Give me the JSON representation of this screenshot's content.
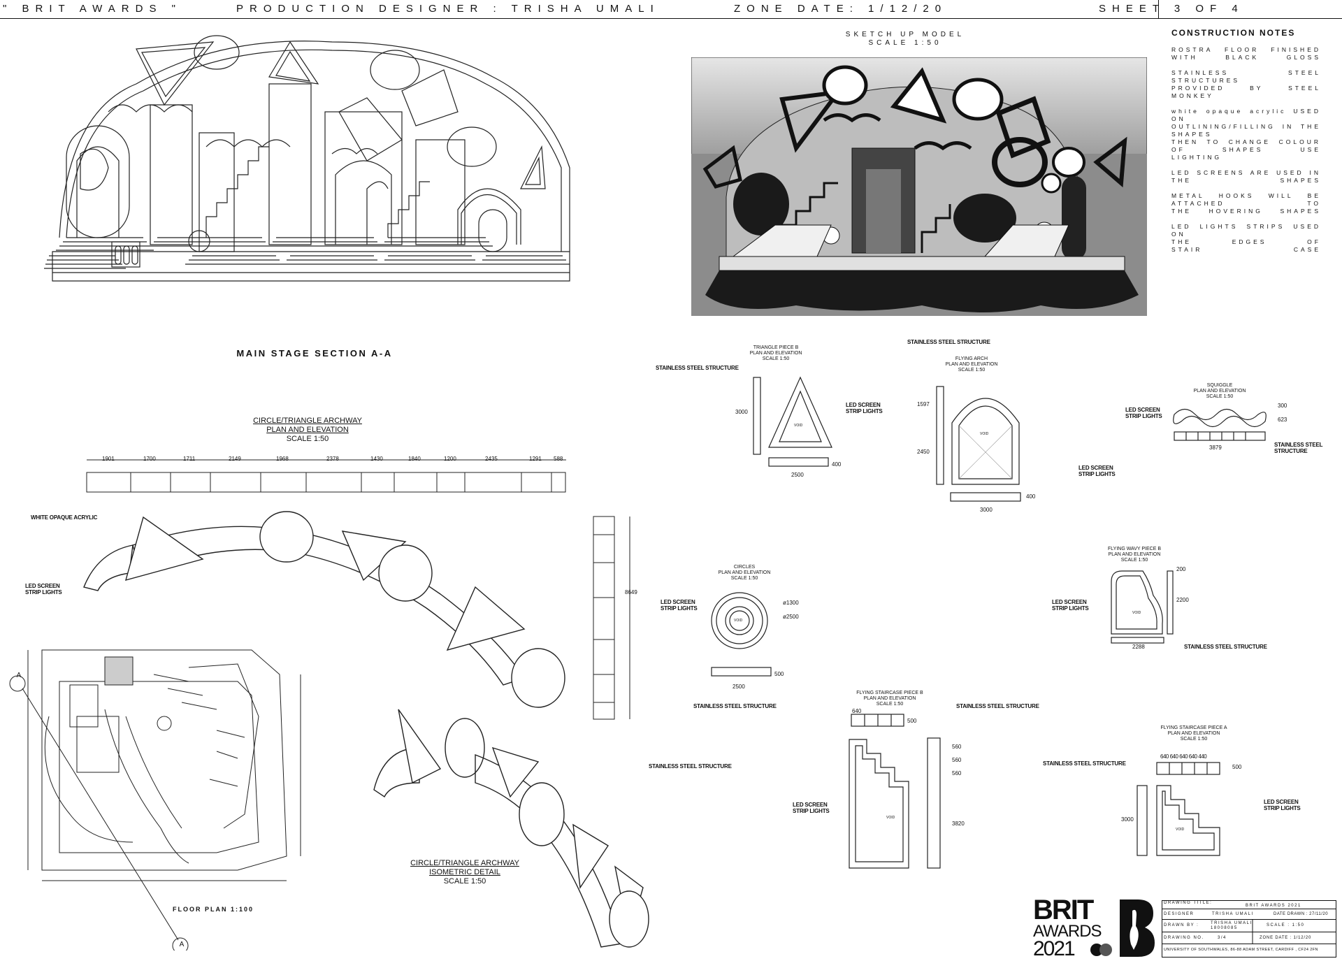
{
  "header": {
    "project": "\" BRIT AWARDS \"",
    "designer": "PRODUCTION DESIGNER : TRISHA UMALI",
    "zone_date": "ZONE DATE: 1/12/20",
    "sheet": "SHEET 3 OF 4"
  },
  "sketchup": {
    "title": "SKETCH UP MODEL",
    "scale": "SCALE 1:50"
  },
  "main_section": {
    "title": "MAIN STAGE SECTION A-A"
  },
  "construction_notes": {
    "title": "CONSTRUCTION NOTES",
    "items": [
      "ROSTRA FLOOR FINISHED\nWITH BLACK GLOSS",
      "STAINLESS STEEL STRUCTURES\nPROVIDED BY STEEL MONKEY",
      "white opaque acrylic USED ON\nOUTLINING/FILLING IN THE SHAPES\nTHEN TO CHANGE COLOUR OF SHAPES USE\nLIGHTING",
      "LED SCREENS ARE USED IN\nTHE SHAPES",
      "METAL HOOKS WILL BE ATTACHED TO\nTHE HOVERING SHAPES",
      "LED LIGHTS STRIPS USED ON\nTHE EDGES OF\nSTAIR CASE"
    ]
  },
  "archway_plan": {
    "title": [
      "CIRCLE/TRIANGLE ARCHWAY",
      "PLAN AND ELEVATION",
      "SCALE 1:50"
    ],
    "dims": [
      "1901",
      "1700",
      "1711",
      "2149",
      "1968",
      "2378",
      "1430",
      "1840",
      "1200",
      "2435",
      "1291",
      "588"
    ],
    "white_acrylic": "WHITE OPAQUE ACRYLIC",
    "led": [
      "LED SCREEN",
      "STRIP LIGHTS"
    ],
    "height": "8649"
  },
  "archway_iso": {
    "title": [
      "CIRCLE/TRIANGLE ARCHWAY",
      "ISOMETRIC DETAIL",
      "SCALE 1:50"
    ],
    "steel": "STAINLESS STEEL STRUCTURE"
  },
  "floor_plan": {
    "title": "FLOOR PLAN 1:100",
    "marker": "A"
  },
  "triangle_b": {
    "title": [
      "TRIANGLE PIECE B",
      "PLAN AND ELEVATION",
      "SCALE 1:50"
    ],
    "steel": "STAINLESS STEEL STRUCTURE",
    "led": [
      "LED SCREEN",
      "STRIP LIGHTS"
    ],
    "void": "VOID",
    "h": "3000",
    "w": "2500",
    "d": "400"
  },
  "flying_arch": {
    "title": [
      "FLYING ARCH",
      "PLAN AND ELEVATION",
      "SCALE 1:50"
    ],
    "steel": "STAINLESS STEEL STRUCTURE",
    "led": [
      "LED SCREEN",
      "STRIP LIGHTS"
    ],
    "void": "VOID",
    "h1": "1597",
    "h2": "2450",
    "w": "3000",
    "d": "400"
  },
  "squiggle": {
    "title": [
      "SQUIGGLE",
      "PLAN AND ELEVATION",
      "SCALE 1:50"
    ],
    "led": [
      "LED SCREEN",
      "STRIP LIGHTS"
    ],
    "steel": [
      "STAINLESS STEEL",
      "STRUCTURE"
    ],
    "d1": "300",
    "d2": "623",
    "w": "3879"
  },
  "circles": {
    "title": [
      "CIRCLES",
      "PLAN AND ELEVATION",
      "SCALE 1:50"
    ],
    "led": [
      "LED SCREEN",
      "STRIP LIGHTS"
    ],
    "void": "VOID",
    "d1": "ø1300",
    "d2": "ø2500",
    "w": "2500",
    "d": "500",
    "steel": "STAINLESS STEEL STRUCTURE"
  },
  "wavy_b": {
    "title": [
      "FLYING WAVY PIECE B",
      "PLAN AND ELEVATION",
      "SCALE 1:50"
    ],
    "led": [
      "LED SCREEN",
      "STRIP LIGHTS"
    ],
    "void": "VOID",
    "d1": "200",
    "h": "2200",
    "w": "2288",
    "steel": "STAINLESS STEEL STRUCTURE"
  },
  "stair_b": {
    "title": [
      "FLYING STAIRCASE PIECE B",
      "PLAN AND ELEVATION",
      "SCALE 1:50"
    ],
    "steel": "STAINLESS STEEL STRUCTURE",
    "led": [
      "LED SCREEN",
      "STRIP LIGHTS"
    ],
    "void": "VOID",
    "w": "640",
    "d": "500",
    "s1": "560",
    "s2": "560",
    "s3": "560",
    "h": "3820"
  },
  "stair_a": {
    "title": [
      "FLYING STAIRCASE PIECE A",
      "PLAN AND ELEVATION",
      "SCALE 1:50"
    ],
    "steel": "STAINLESS STEEL STRUCTURE",
    "led": [
      "LED SCREEN",
      "STRIP LIGHTS"
    ],
    "void": "VOID",
    "dims": [
      "640",
      "640",
      "640",
      "640",
      "440"
    ],
    "d": "500",
    "h": "3000"
  },
  "logo": {
    "l1": "BRIT",
    "l2": "AWARDS",
    "l3": "2021"
  },
  "title_block": {
    "drawing_title_label": "DRAWING TITLE:",
    "drawing_title": "BRIT AWARDS 2021",
    "designer_label": "DESIGNER",
    "designer": "TRISHA UMALI",
    "date_drawn": "DATE DRAWN : 27/11/20",
    "drawn_by_label": "DRAWN BY :",
    "drawn_by": "TRISHA UMALI",
    "student_no": "18008085",
    "scale": "SCALE : 1:50",
    "drawing_no_label": "DRAWING NO.",
    "drawing_no": "3/4",
    "zone_date": "ZONE DATE : 1/12/20",
    "address": "UNIVERSITY OF SOUTHWALES, 86-88 ADAM STREET, CARDIFF , CF24 2FN"
  }
}
